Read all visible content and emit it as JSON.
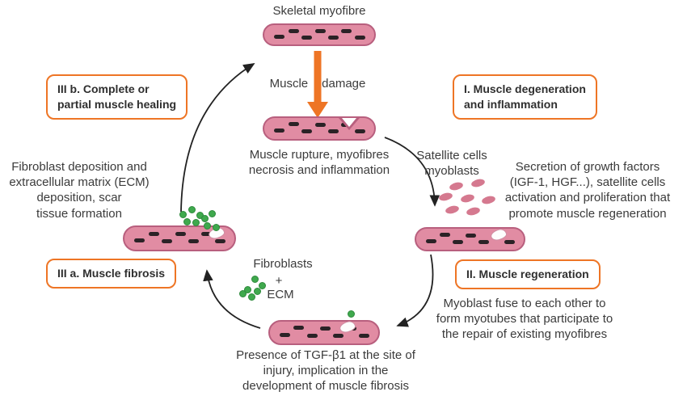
{
  "top": {
    "title": "Skeletal myofibre",
    "damage_left": "Muscle",
    "damage_right": "damage",
    "rupture_caption": "Muscle rupture, myofibres\nnecrosis and inflammation"
  },
  "stage1": {
    "box_label": "I. Muscle degeneration\nand inflammation",
    "satellite_label": "Satellite cells\nmyoblasts",
    "secretion_caption": "Secretion of growth factors\n(IGF-1, HGF...), satellite cells\nactivation and proliferation that\npromote muscle regeneration"
  },
  "stage2": {
    "box_label": "II. Muscle regeneration",
    "caption": "Myoblast fuse to each other to\nform myotubes that participate to\nthe repair of existing myofibres"
  },
  "tgf": {
    "caption": "Presence of TGF-β1 at the site of\ninjury, implication in the\ndevelopment of muscle fibrosis",
    "fibroblasts_label": "Fibroblasts",
    "plus_sign": "+",
    "ecm_label": "ECM"
  },
  "stage3a": {
    "box_label": "III a. Muscle fibrosis",
    "caption": "Fibroblast deposition and\nextracellular matrix (ECM)\ndeposition, scar\ntissue formation"
  },
  "stage3b": {
    "box_label": "III b. Complete or\npartial muscle healing"
  },
  "colors": {
    "fiber_fill": "#e18ca3",
    "fiber_border": "#b85f7e",
    "nucleus_dash": "#2b2226",
    "accent_orange": "#ee7525",
    "myoblast_pink": "#d5798f",
    "fibroblast_green": "#3fa94d",
    "arrow_black": "#222222",
    "text": "#3b3b3b"
  }
}
